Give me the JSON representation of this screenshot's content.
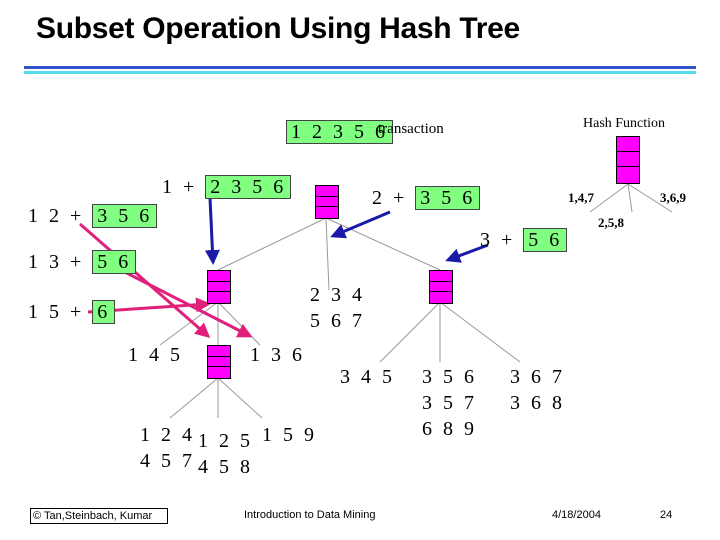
{
  "title": "Subset Operation Using Hash Tree",
  "transaction": {
    "items": "1 2 3 5 6",
    "label": "transaction"
  },
  "hash_function": {
    "label": "Hash Function",
    "branch_left": "1,4,7",
    "branch_mid": "2,5,8",
    "branch_right": "3,6,9"
  },
  "splits": [
    {
      "prefix": "1 +",
      "rest": "2 3 5 6"
    },
    {
      "prefix": "2 +",
      "rest": "3 5 6"
    },
    {
      "prefix": "3 +",
      "rest": "5 6"
    },
    {
      "prefix": "1 2 +",
      "rest": "3 5 6"
    },
    {
      "prefix": "1 3 +",
      "rest": "5 6"
    },
    {
      "prefix": "1 5 +",
      "rest": "6"
    }
  ],
  "leaves": {
    "l_234_567": [
      "2 3 4",
      "5 6 7"
    ],
    "l_145": [
      "1 4 5"
    ],
    "l_136": [
      "1 3 6"
    ],
    "l_345": [
      "3 4 5"
    ],
    "l_356": [
      "3 5 6",
      "3 5 7",
      "6 8 9"
    ],
    "l_367": [
      "3 6 7",
      "3 6 8"
    ],
    "l_124": [
      "1 2 4",
      "4 5 7"
    ],
    "l_125": [
      "1 2 5",
      "4 5 8"
    ],
    "l_159": [
      "1 5 9"
    ]
  },
  "colors": {
    "node": "#ff00ff",
    "highlight": "#80ff80",
    "arrow_blue": "#1a1aa8",
    "arrow_pink": "#e0207a",
    "rule_blue": "#3355cc",
    "rule_cyan": "#55ddee"
  },
  "footer": {
    "copyright": "© Tan,Steinbach, Kumar",
    "course": "Introduction to Data Mining",
    "date": "4/18/2004",
    "page": "24"
  }
}
